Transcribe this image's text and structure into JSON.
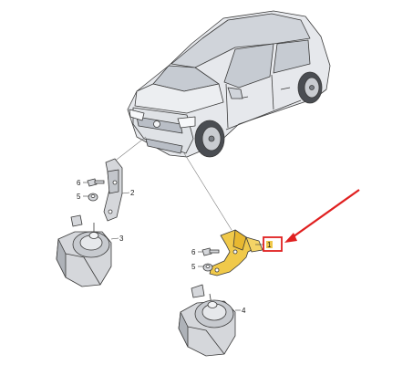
{
  "callouts": {
    "bracket_upper": "2",
    "horn_upper": "3",
    "bolt_upper": "6",
    "nut_upper": "5",
    "bracket_lower": "1",
    "bolt_lower": "6",
    "nut_lower": "5",
    "horn_lower": "4"
  },
  "colors": {
    "line": "#3a3a3a",
    "car_body": "#e6e8ec",
    "part_gray": "#d5d7db",
    "bracket_highlight": "#f0c94a",
    "annotation_red": "#e02020"
  }
}
